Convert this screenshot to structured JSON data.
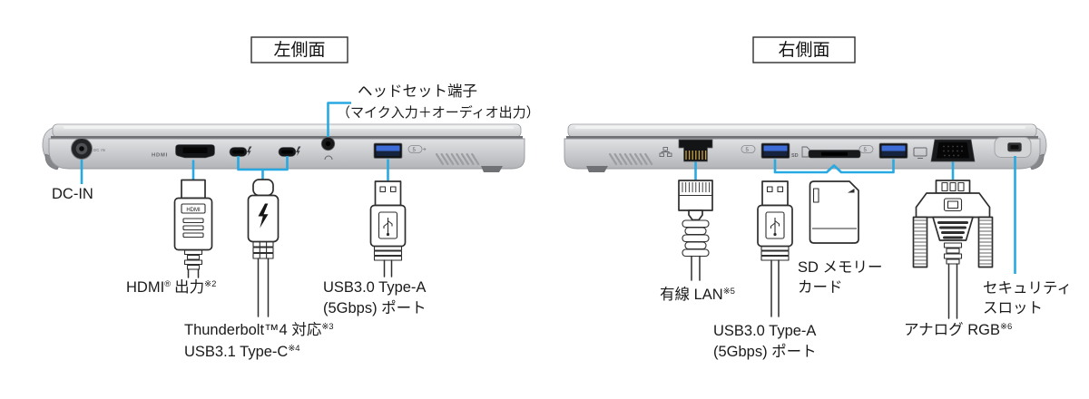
{
  "accent_color": "#29a9e2",
  "left": {
    "title": "左側面",
    "headset": {
      "line1": "ヘッドセット端子",
      "line2": "（マイク入力＋オーディオ出力）"
    },
    "dc_in": "DC-IN",
    "hdmi": {
      "t1": "HDMI",
      "sup1": "®",
      "t2": "出力",
      "sup2": "※2"
    },
    "thunderbolt": {
      "t1": "Thunderbolt™4 対応",
      "sup": "※3"
    },
    "usb_c": {
      "t1": "USB3.1 Type-C",
      "sup": "※4"
    },
    "usb_a": {
      "line1": "USB3.0 Type-A",
      "line2": "(5Gbps) ポート"
    },
    "prints": {
      "dc_in": "DC IN",
      "hdmi": "HDMI",
      "usb5": "5",
      "hdmi_plug": "HDMI"
    }
  },
  "right": {
    "title": "右側面",
    "lan": {
      "t1": "有線 LAN",
      "sup": "※5"
    },
    "usb_a": {
      "line1": "USB3.0 Type-A",
      "line2": "(5Gbps) ポート"
    },
    "sd": {
      "line1": "SD メモリー",
      "line2": "カード"
    },
    "rgb": {
      "t1": "アナログ RGB",
      "sup": "※6"
    },
    "security": {
      "line1": "セキュリティ",
      "line2": "スロット"
    },
    "prints": {
      "sd": "SD",
      "usb5": "5"
    }
  }
}
